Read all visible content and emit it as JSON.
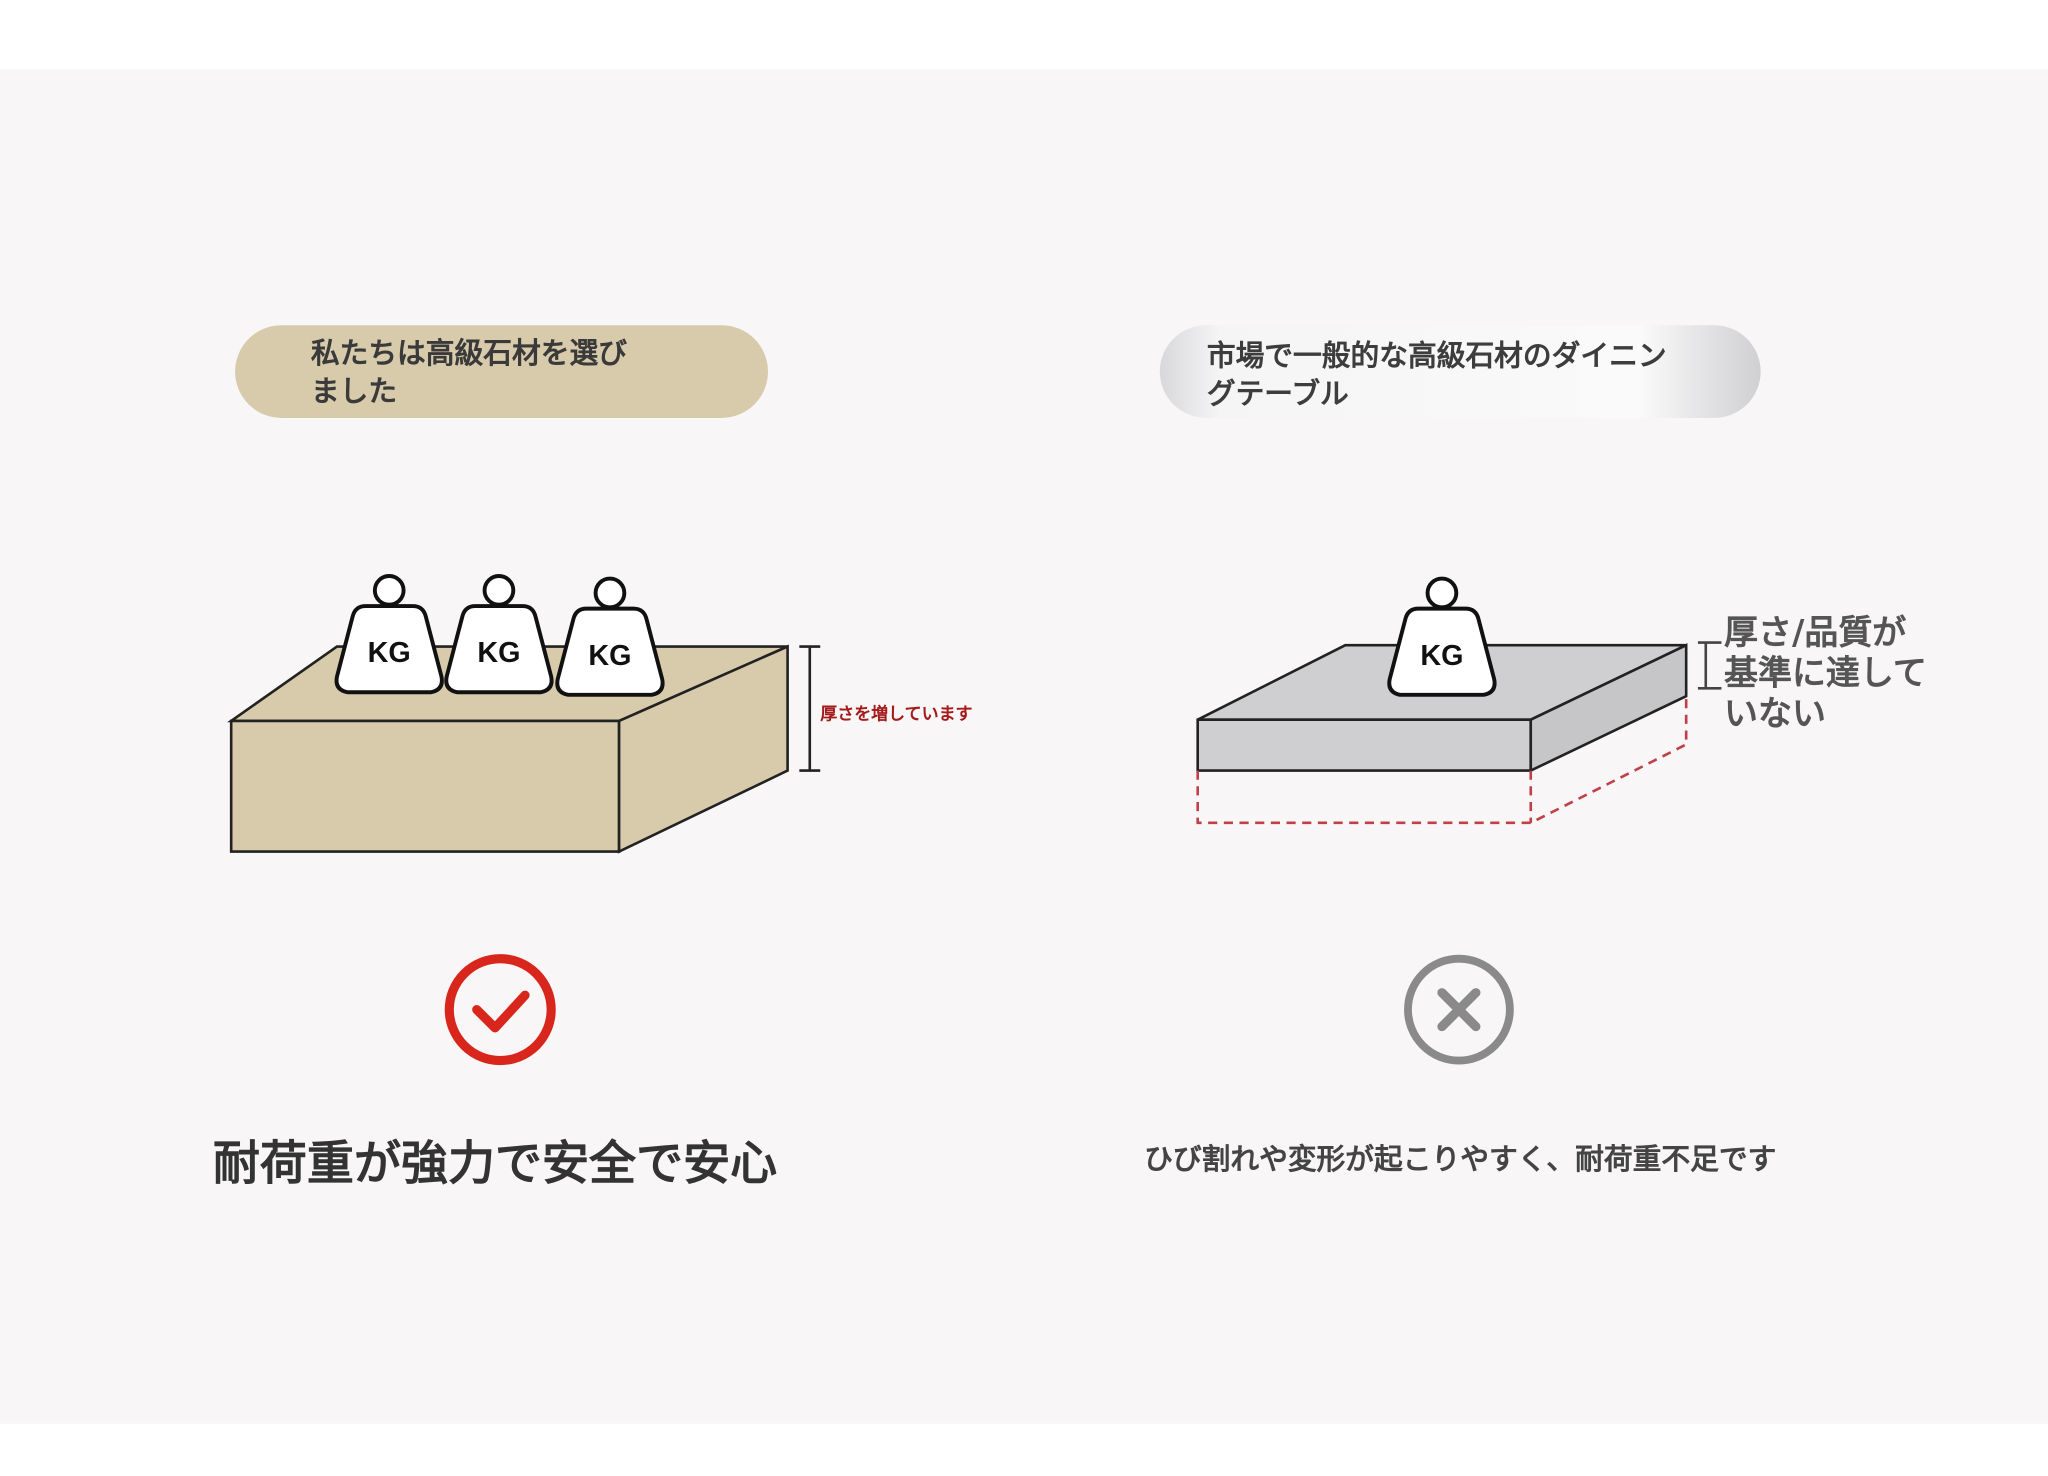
{
  "left_panel": {
    "title_line1": "私たちは高級石材を選び",
    "title_line2": "ました",
    "weight_labels": [
      "KG",
      "KG",
      "KG"
    ],
    "thickness_note": "厚さを増しています",
    "verdict_icon": "check-circle-icon",
    "caption": "耐荷重が強力で安全で安心"
  },
  "right_panel": {
    "title_line1": "市場で一般的な高級石材のダイニン",
    "title_line2": "グテーブル",
    "weight_label": "KG",
    "quality_note_line1": "厚さ/品質が",
    "quality_note_line2": "基準に達して",
    "quality_note_line3": "いない",
    "verdict_icon": "x-circle-icon",
    "caption": "ひび割れや変形が起こりやすく、耐荷重不足です"
  },
  "colors": {
    "stone_beige": "#d8cbab",
    "stone_grey": "#cfcfd1",
    "check_red": "#d9261c",
    "x_grey": "#8a8a8a",
    "note_red": "#a51a1a"
  }
}
